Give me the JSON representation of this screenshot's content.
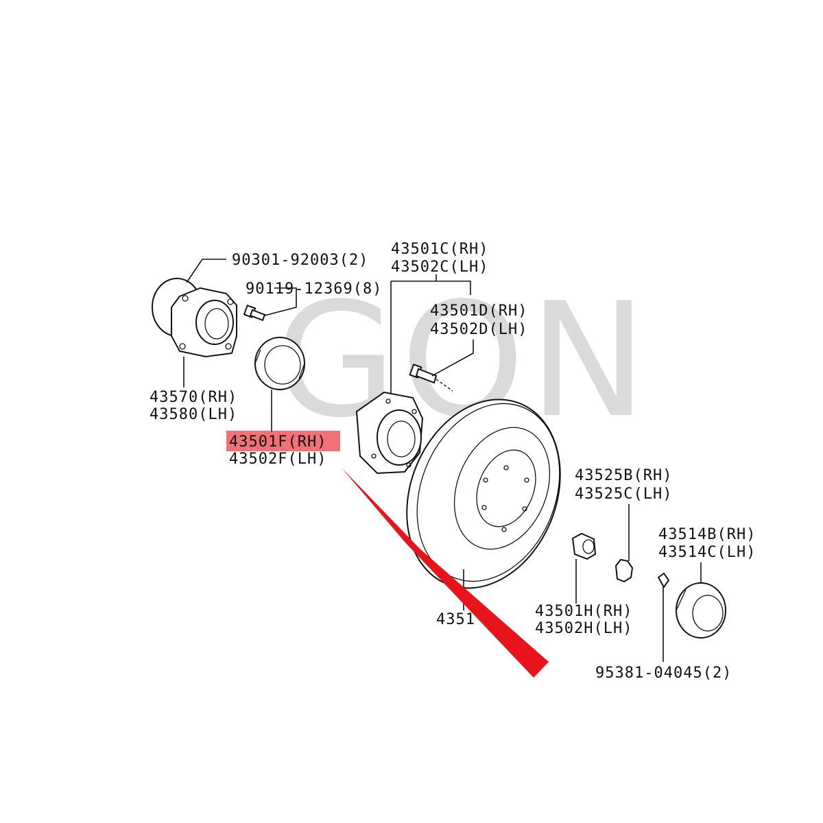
{
  "watermark": "GQN",
  "highlight_color": "#e8141b",
  "labels": {
    "p90301": "90301-92003(2)",
    "p90119": "90119-12369(8)",
    "p43501c": "43501C(RH)",
    "p43502c": "43502C(LH)",
    "p43501d": "43501D(RH)",
    "p43502d": "43502D(LH)",
    "p43570": "43570(RH)",
    "p43580": "43580(LH)",
    "p43501f": "43501F(RH)",
    "p43502f": "43502F(LH)",
    "p43525b": "43525B(RH)",
    "p43525c": "43525C(LH)",
    "p43514b": "43514B(RH)",
    "p43514c": "43514C(LH)",
    "p43501h": "43501H(RH)",
    "p43502h": "43502H(LH)",
    "p4351": "4351",
    "p95381": "95381-04045(2)"
  },
  "icons": [
    "flange-housing-icon",
    "bolt-icon",
    "bearing-icon",
    "hub-icon",
    "hub-bolt-icon",
    "brake-disc-icon",
    "nut-icon",
    "castle-nut-icon",
    "cotter-pin-icon",
    "grease-cap-icon",
    "pointer-arrow-icon"
  ]
}
